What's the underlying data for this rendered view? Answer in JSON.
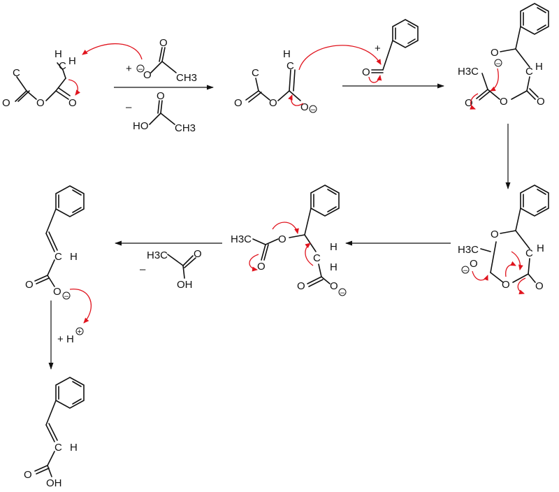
{
  "labels": {
    "C": "C",
    "H": "H",
    "O": "O",
    "H3C": "H3C",
    "CH3": "CH3",
    "HO": "HO",
    "OH": "OH",
    "plus": "+",
    "minus": "–",
    "neg": "–",
    "pos": "+"
  },
  "colors": {
    "ink": "#111111",
    "curly_arrow": "#e0141e",
    "background": "#ffffff"
  },
  "icons": [
    "benzene-ring",
    "negative-charge",
    "positive-charge",
    "reaction-arrow",
    "curly-arrow"
  ]
}
